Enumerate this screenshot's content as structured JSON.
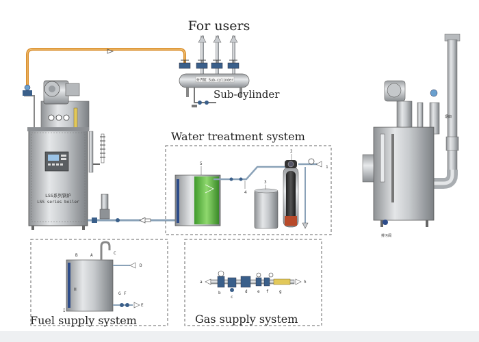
{
  "titles": {
    "users": "For users",
    "sub_cylinder": "Sub-cylinder",
    "water": "Water treatment system",
    "fuel": "Fuel supply system",
    "gas": "Gas supply system"
  },
  "boiler_plate": {
    "line1": "LSS系列锅炉",
    "line2": "LSS series boiler"
  },
  "sub_cylinder_plate": "分汽缸 Sub-cylinder",
  "water_callouts": [
    "1",
    "2",
    "3",
    "4",
    "5"
  ],
  "fuel_callouts": {
    "A": "A",
    "B": "B",
    "C": "C",
    "D": "D",
    "E": "E",
    "F": "F",
    "G": "G",
    "H": "H",
    "I": "I"
  },
  "gas_callouts": {
    "a": "a",
    "b": "b",
    "c": "c",
    "d": "d",
    "e": "e",
    "f": "f",
    "g": "g",
    "h": "h"
  },
  "right_labels": {
    "chimney": "烟囱",
    "drain": "排污阀"
  }
}
